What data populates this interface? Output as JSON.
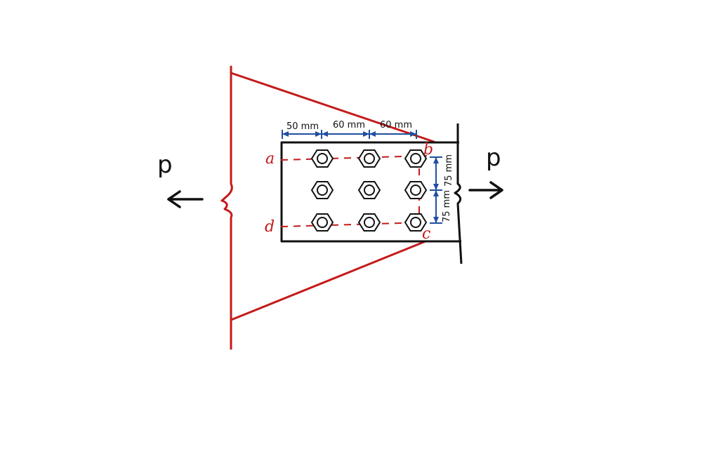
{
  "diagram": {
    "force_left": "p",
    "force_right": "p",
    "points": {
      "a": "a",
      "b": "b",
      "c": "c",
      "d": "d"
    },
    "dimensions": {
      "horizontal": [
        "50 mm",
        "60 mm",
        "60 mm"
      ],
      "vertical": [
        "75 mm",
        "75 mm"
      ]
    },
    "bolt_grid": {
      "rows": 3,
      "columns": 3
    },
    "colors": {
      "member_outline": "#c41a1a",
      "plate_outline": "#111111",
      "dimension": "#1f4fa0",
      "bolt": "#111111",
      "force_arrow": "#111111"
    }
  }
}
